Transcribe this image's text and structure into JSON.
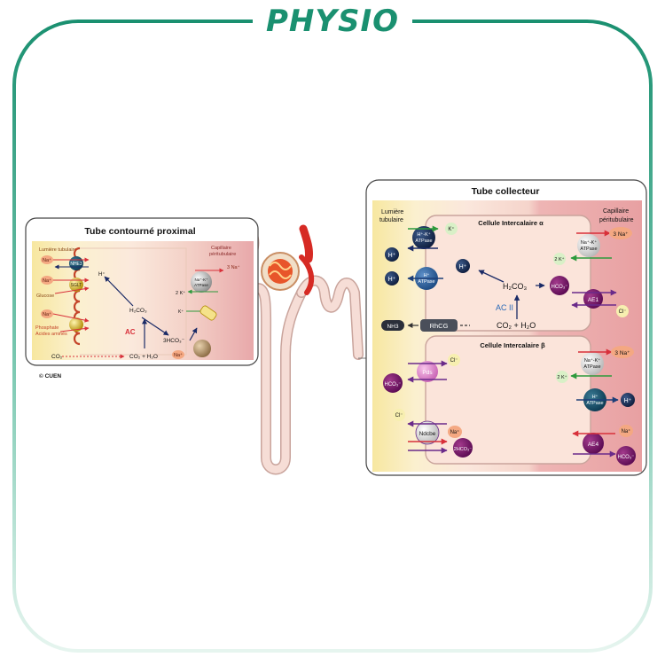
{
  "brand": {
    "title": "PHYSIO",
    "color": "#1a9070"
  },
  "credit": "© CUEN",
  "proximal": {
    "title": "Tube contourné proximal",
    "lumen_label": "Lumière tubulaire",
    "capillary_label_1": "Capillaire",
    "capillary_label_2": "péritubulaire",
    "nhe3": "NHE3",
    "sglt": "SGLT",
    "na_left_1": "Na⁺",
    "na_left_2": "Na⁺",
    "na_left_3": "Na⁺",
    "glucose": "Glucose",
    "phosphate": "Phosphate",
    "amino_acids": "Acides aminés",
    "h_plus": "H⁺",
    "h2co3": "H₂CO₃",
    "ac": "AC",
    "co2_lumen": "CO₂",
    "co2_h2o": "CO₂ + H₂O",
    "three_hco3": "3HCO₃⁻",
    "k_plus_small": "K⁺",
    "two_k": "2 K⁺",
    "three_na": "3 Na⁺",
    "pump": [
      "Na⁺-K⁺",
      "ATPase"
    ],
    "na_bottom": "Na⁺"
  },
  "collector": {
    "title": "Tube collecteur",
    "lumen_label_1": "Lumière",
    "lumen_label_2": "tubulaire",
    "capillary_label_1": "Capillaire",
    "capillary_label_2": "péritubulaire",
    "alpha_title": "Cellule Intercalaire α",
    "beta_title": "Cellule Intercalaire β",
    "hk_atpase": [
      "H⁺-K⁺",
      "ATPase"
    ],
    "h_atpase": [
      "H⁺",
      "ATPase"
    ],
    "nak_atpase": [
      "Na⁺-K⁺",
      "ATPase"
    ],
    "k_plus": "K⁺",
    "h_plus": "H⁺",
    "three_na": "3 Na⁺",
    "two_k": "2 K⁺",
    "h2co3": "H₂CO₃",
    "hco3": "HCO₃⁻",
    "ae1": "AE1",
    "ae4": "AE4",
    "cl": "Cl⁻",
    "ac2": "AC II",
    "co2_h2o": "CO₂ + H₂O",
    "nh3": "NH3",
    "rhcg": "RhCG",
    "pds": "Pds",
    "ndcbe": "Ndcbe",
    "na_plus": "Na⁺",
    "two_hco3": "2HCO₃⁻"
  }
}
